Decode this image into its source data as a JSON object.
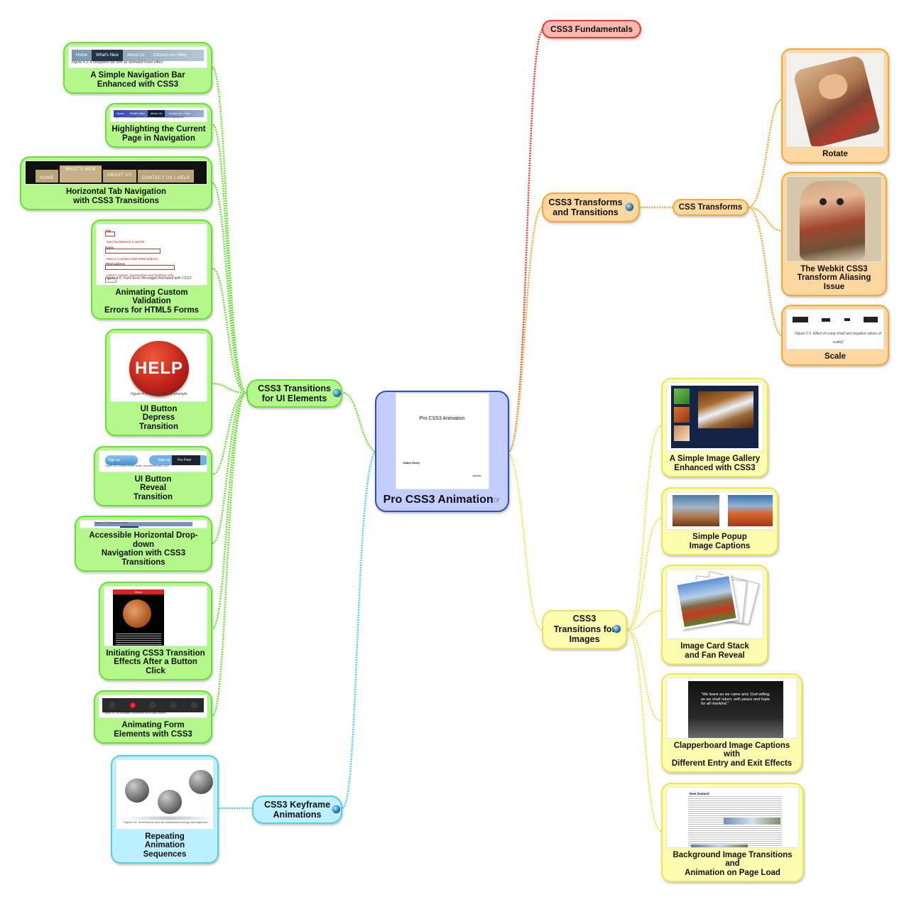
{
  "center": {
    "title": "Pro CSS3 Animation",
    "cover_title": "Pro CSS3 Animation",
    "cover_author": "Dudley Storey",
    "cover_publisher": "apress"
  },
  "branches": {
    "fundamentals": "CSS3 Fundamentals",
    "transforms": "CSS3 Transforms\nand Transitions",
    "css_transforms": "CSS  Transforms",
    "images": "CSS3\nTransitions for\nImages",
    "ui": "CSS3 Transitions\nfor UI Elements",
    "keyframe": "CSS3 Keyframe\nAnimations"
  },
  "ui_items": [
    {
      "label": "A Simple Navigation Bar\nEnhanced with CSS3",
      "caption": "Figure 4-3. A navigation bar with an animated hover effect"
    },
    {
      "label": "Highlighting the Current\nPage in Navigation",
      "caption": "Figure 4-4. A navigation bar with the current location highlighted"
    },
    {
      "label": "Horizontal Tab Navigation\nwith CSS3 Transitions",
      "caption": ""
    },
    {
      "label": "Animating Custom Validation\nErrors for HTML5 Forms",
      "caption": "Figure 4-6. Form Error Messages Animated with CSS3"
    },
    {
      "label": "UI Button\nDepress\nTransition",
      "caption": "Figure 4-5. A typical button example"
    },
    {
      "label": "UI Button\nReveal\nTransition",
      "caption": "Figure 4-6. A button in two modes, transitioned with CSS3"
    },
    {
      "label": "Accessible Horizontal Drop-down\nNavigation with CSS3 Transitions",
      "caption": "Figure 4-7. A drop-down menu"
    },
    {
      "label": "Initiating CSS3 Transition\nEffects After a Button Click",
      "caption": ""
    },
    {
      "label": "Animating Form\nElements with CSS3",
      "caption": "Figure 4-9. An animated, customized set of radio buttons"
    }
  ],
  "keyframe_items": [
    {
      "label": "Repeating\nAnimation\nSequences",
      "caption": "Figure 6-4. Screenshots from an animated bouncing ball sequence"
    }
  ],
  "transform_items": [
    {
      "label": "Rotate"
    },
    {
      "label": "The Webkit CSS3\nTransform Aliasing Issue"
    },
    {
      "label": "Scale",
      "caption": "Figure 2-5. Effect of using small and negative values of scale()"
    }
  ],
  "image_items": [
    {
      "label": "A Simple Image Gallery\nEnhanced with CSS3"
    },
    {
      "label": "Simple Popup\nImage Captions"
    },
    {
      "label": "Image Card Stack\nand Fan Reveal"
    },
    {
      "label": "Clapperboard Image Captions with\nDifferent Entry and Exit Effects"
    },
    {
      "label": "Background Image Transitions and\nAnimation on Page Load"
    }
  ],
  "thumb_text": {
    "nav_items": [
      "Home",
      "What's New",
      "About Us",
      "Contact Us / Help"
    ],
    "tab_items": [
      "HOME",
      "WHAT'S NEW",
      "ABOUT US",
      "CONTACT US / HELP"
    ],
    "help": "HELP",
    "signup": "Sign up",
    "forfree": "For Free",
    "form_age": "Age",
    "form_err1": "Must be between 1 and 99",
    "form_name": "Name",
    "form_err2": "Must a complete valid eMail address",
    "form_email": "eMail address",
    "form_err3": "Letters, spaces, apostrophes and hyphens only",
    "share": "Share",
    "quote": "\"We leave as we came and, God willing, as we shall return, with peace and hope for all mankind.\"",
    "new_zealand": "New Zealand"
  },
  "colors": {
    "green": "#6edd3b",
    "cyan": "#58cde8",
    "yellow": "#efe35c",
    "orange": "#f3a93f",
    "red": "#e33b32",
    "center": "#2c4fc8"
  }
}
